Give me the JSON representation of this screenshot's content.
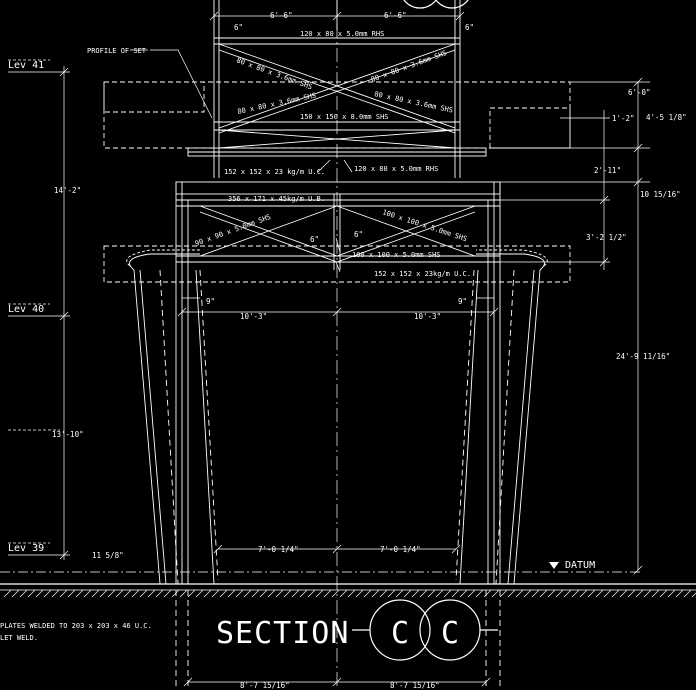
{
  "title": "SECTION",
  "section_marks": [
    "C",
    "C"
  ],
  "levels": [
    "Lev 41",
    "Lev 40",
    "Lev 39"
  ],
  "datum": "DATUM",
  "profile_label": "PROFILE OF SET",
  "members": {
    "top_rhs": "120 x 80 x 5.0mm RHS",
    "shs_x_left": "80 x 80 x 3.6mm SHS",
    "shs_x_right": "80 x 80 x 3.6mm SHS",
    "shs_low_left": "80 x 80 x 3.6mm SHS",
    "shs_low_right": "80 x 80 x 3.6mm SHS",
    "shs_150": "150 x 150 x 8.0mm SHS",
    "uc_152_left": "152 x 152 x 23 kg/m U.C.",
    "rhs_right": "120 x 80 x 5.0mm RHS",
    "ub_356": "356 x 171 x 45kg/m U.B.",
    "shs_90_left": "90 x 90 x 5.0mm SHS",
    "shs_100_right": "100 x 100 x 5.0mm SHS",
    "shs_100": "100 x 100 x 5.0mm SHS",
    "uc_152_bottom": "152 x 152 x 23kg/m U.C."
  },
  "dimensions": {
    "top_left": "6'-6\"",
    "top_right": "6'-6\"",
    "six_a": "6\"",
    "six_b": "6\"",
    "six_c": "6\"",
    "six_d": "6\"",
    "r_6_0": "6'-0\"",
    "r_1_2": "1'-2\"",
    "r_4_5": "4'-5 1/8\"",
    "r_2_11": "2'-11\"",
    "r_10": "10 15/16\"",
    "r_3_2": "3'-2 1/2\"",
    "r_24_9": "24'-9 11/16\"",
    "l_14_2": "14'-2\"",
    "l_13_10": "13'-10\"",
    "l_11": "11 5/8\"",
    "nine_l": "9\"",
    "nine_r": "9\"",
    "mid_l": "10'-3\"",
    "mid_r": "10'-3\"",
    "low_l": "7'-0 1/4\"",
    "low_r": "7'-0 1/4\"",
    "bot_l": "8'-7 15/16\"",
    "bot_r": "8'-7 15/16\""
  },
  "notes": [
    "PLATES WELDED TO 203 x 203 x 46 U.C.",
    "LET WELD."
  ]
}
